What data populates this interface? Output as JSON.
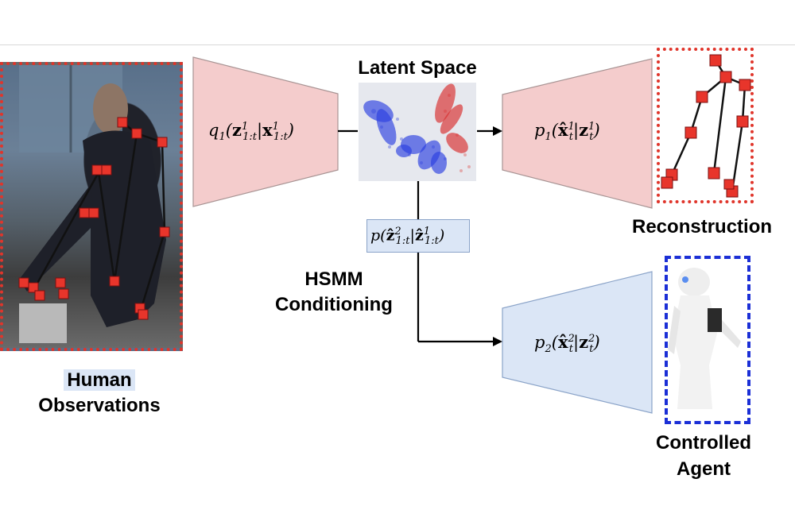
{
  "labels": {
    "latent_space": "Latent Space",
    "reconstruction": "Reconstruction",
    "hsmm_line1": "HSMM",
    "hsmm_line2": "Conditioning",
    "human": "Human",
    "observations": "Observations",
    "controlled": "Controlled",
    "agent": "Agent"
  },
  "colors": {
    "encoder_fill": "#f4cccc",
    "decoder_blue_fill": "#dbe6f6",
    "human_border": "#e0352b",
    "robot_border": "#1b2fd6",
    "latent_red": "#d92b2b",
    "latent_blue": "#2b3fe0"
  }
}
